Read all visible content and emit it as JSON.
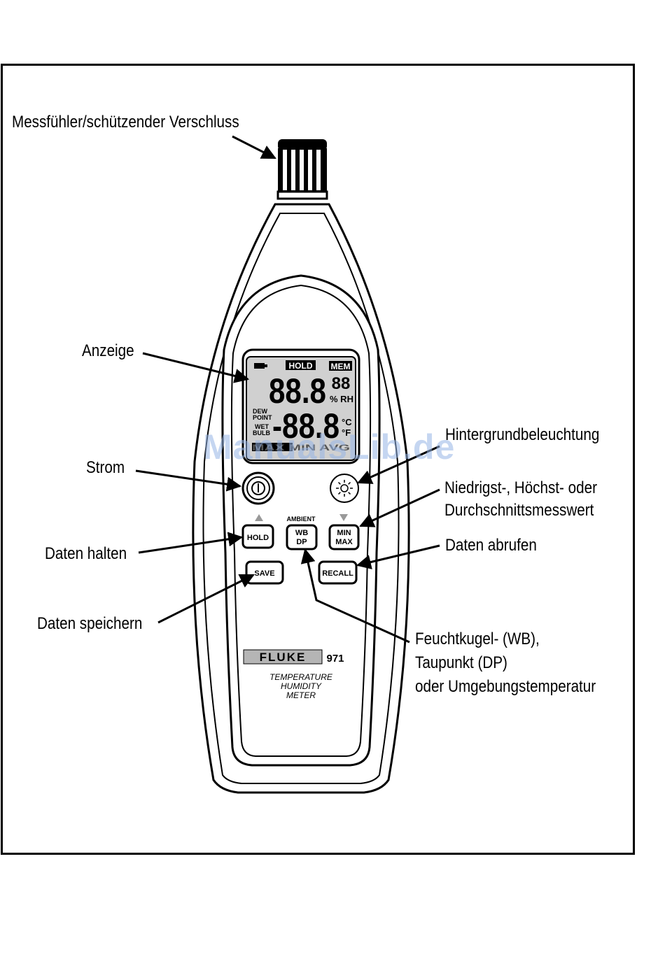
{
  "labels": {
    "probe": "Messfühler/schützender Verschluss",
    "display": "Anzeige",
    "power": "Strom",
    "hold_data": "Daten halten",
    "save_data": "Daten speichern",
    "backlight": "Hintergrundbeleuchtung",
    "minmax_line1": "Niedrigst-, Höchst- oder",
    "minmax_line2": "Durchschnittsmesswert",
    "recall_data": "Daten abrufen",
    "wbdp_line1": "Feuchtkugel- (WB),",
    "wbdp_line2": "Taupunkt (DP)",
    "wbdp_line3": "oder Umgebungstemperatur"
  },
  "lcd": {
    "hold": "HOLD",
    "mem": "MEM",
    "main_digits": "88.8",
    "small_digits": "88",
    "rh_unit": "% RH",
    "dew_line1": "DEW",
    "dew_line2": "POINT",
    "wet_line1": "WET",
    "wet_line2": "BULB",
    "second_digits": "-88.8",
    "unit_c": "°C",
    "unit_f": "°F",
    "minmax_segment": "MAX MIN AVG"
  },
  "buttons": {
    "hold": "HOLD",
    "ambient": "AMBIENT",
    "wb": "WB",
    "dp": "DP",
    "min": "MIN",
    "max": "MAX",
    "save": "SAVE",
    "recall": "RECALL"
  },
  "device": {
    "brand": "FLUKE",
    "model": "971",
    "desc_line1": "TEMPERATURE",
    "desc_line2": "HUMIDITY",
    "desc_line3": "METER"
  },
  "watermark": "ManualsLib.de"
}
